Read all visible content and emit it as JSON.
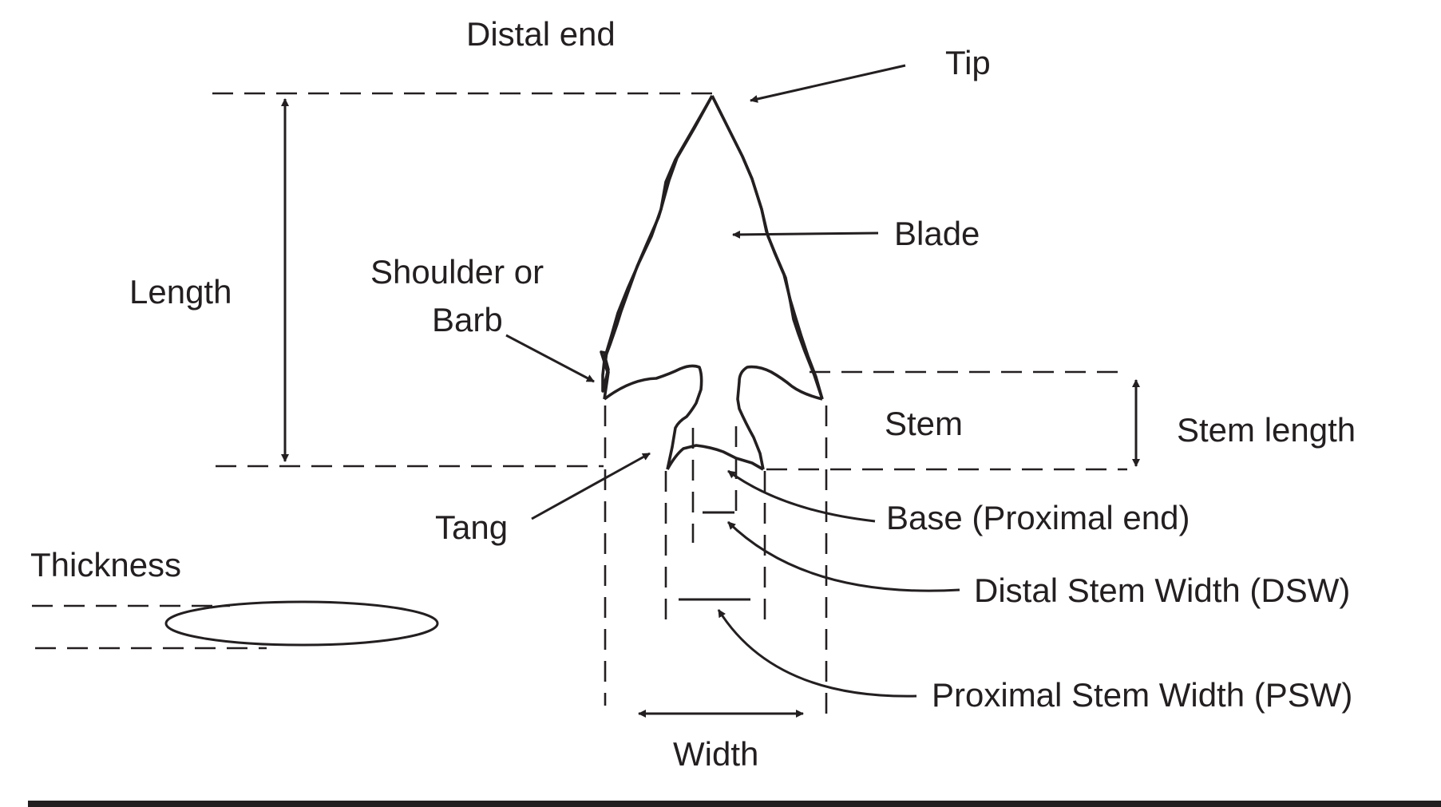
{
  "labels": {
    "distal_end": "Distal end",
    "tip": "Tip",
    "blade": "Blade",
    "length": "Length",
    "shoulder_line1": "Shoulder or",
    "shoulder_line2": "Barb",
    "stem": "Stem",
    "stem_length": "Stem length",
    "tang": "Tang",
    "base": "Base (Proximal end)",
    "thickness": "Thickness",
    "dsw": "Distal Stem Width (DSW)",
    "psw": "Proximal Stem Width (PSW)",
    "width": "Width"
  },
  "colors": {
    "ink": "#231f20",
    "background": "#ffffff"
  }
}
